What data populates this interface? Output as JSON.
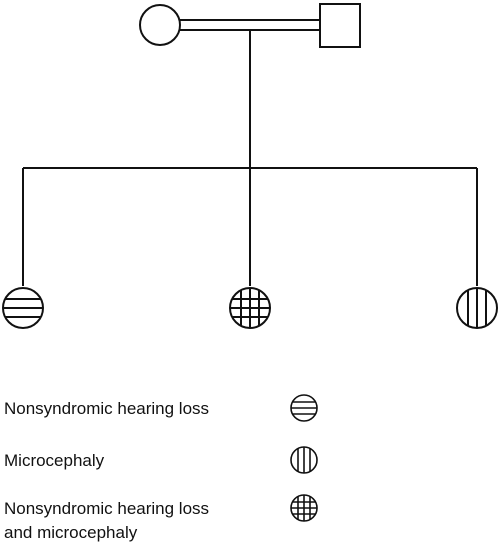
{
  "pedigree": {
    "parents": [
      {
        "id": "mother",
        "sex": "female",
        "affected": "none"
      },
      {
        "id": "father",
        "sex": "male",
        "affected": "none"
      }
    ],
    "children": [
      {
        "id": "child-1",
        "sex": "female",
        "affected": "nonsyndromic-hearing-loss"
      },
      {
        "id": "child-2",
        "sex": "female",
        "affected": "hearing-loss-and-microcephaly"
      },
      {
        "id": "child-3",
        "sex": "female",
        "affected": "microcephaly"
      }
    ]
  },
  "legend": {
    "items": [
      {
        "label": "Nonsyndromic hearing loss",
        "pattern": "horizontal-stripes"
      },
      {
        "label": "Microcephaly",
        "pattern": "vertical-stripes"
      },
      {
        "label_line1": "Nonsyndromic hearing loss",
        "label_line2": "and microcephaly",
        "pattern": "grid"
      }
    ]
  },
  "colors": {
    "stroke": "#111111",
    "background": "#ffffff"
  }
}
